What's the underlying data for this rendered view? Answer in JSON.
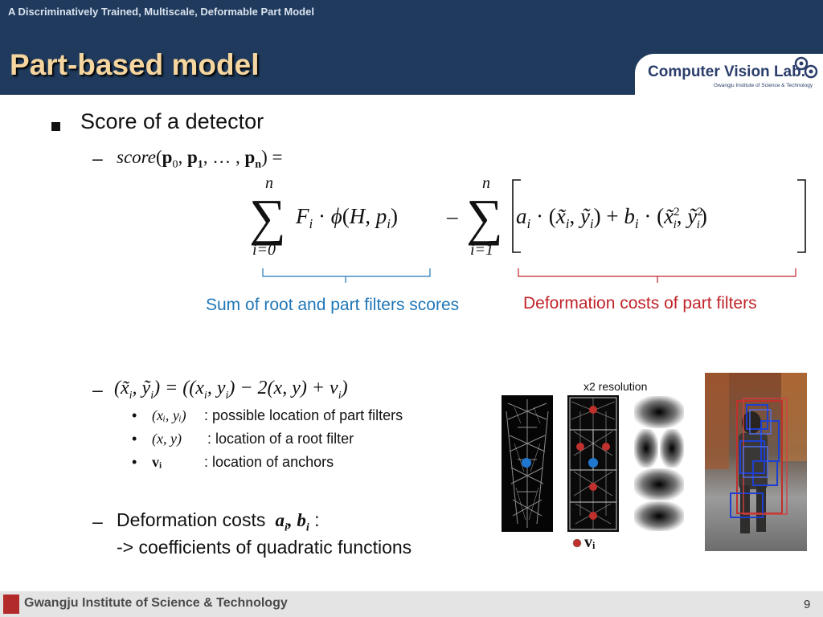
{
  "header": {
    "subtitle": "A Discriminatively Trained, Multiscale, Deformable Part Model",
    "title": "Part-based model"
  },
  "logo": {
    "main": "Computer Vision Lab.",
    "sub": "Gwangju Institute of Science & Technology"
  },
  "content": {
    "bullet1": "Score of a detector",
    "score_name": "score",
    "formula": {
      "sum1_top": "n",
      "sum1_bottom": "i=0",
      "sum2_top": "n",
      "sum2_bottom": "i=1"
    },
    "caption_blue": "Sum of root and part filters scores",
    "caption_red": "Deformation costs of part filters",
    "sub_items": [
      {
        "label": "(xᵢ, yᵢ)",
        "text": ": possible location of part filters"
      },
      {
        "label": "(x, y)",
        "text": ": location of a root filter"
      },
      {
        "label": "vᵢ",
        "text": ": location of anchors"
      }
    ],
    "deform_line1": "Deformation costs",
    "deform_line2": "-> coefficients of quadratic functions"
  },
  "figure": {
    "resolution_label": "x2 resolution",
    "anchor_label": "vᵢ",
    "colors": {
      "root": "#1f77d0",
      "part": "#c0302c"
    }
  },
  "footer": {
    "institute": "Gwangju Institute of Science & Technology",
    "page": "9"
  }
}
